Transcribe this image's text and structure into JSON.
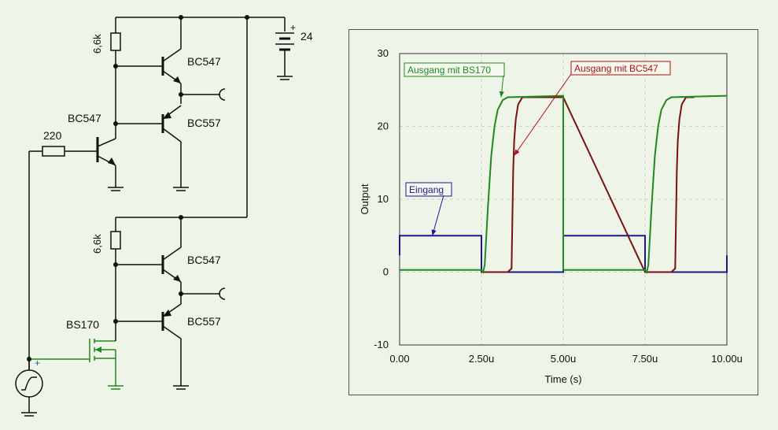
{
  "schematic": {
    "battery_voltage": "24",
    "battery_plus": "+",
    "resistor_top": "6,6k",
    "resistor_bottom": "6,6k",
    "resistor_input": "220",
    "t_top_npn": "BC547",
    "t_top_pnp": "BC557",
    "t_driver": "BC547",
    "t_bot_npn": "BC547",
    "t_bot_pnp": "BC557",
    "t_mosfet": "BS170",
    "source_plus": "+"
  },
  "chart_data": {
    "type": "line",
    "xlabel": "Time (s)",
    "ylabel": "Output",
    "xlim": [
      0,
      10
    ],
    "ylim": [
      -10,
      30
    ],
    "x_ticks": [
      "0.00",
      "2.50u",
      "5.00u",
      "7.50u",
      "10.00u"
    ],
    "x_tick_values": [
      0,
      2.5,
      5,
      7.5,
      10
    ],
    "y_ticks": [
      "-10",
      "0",
      "10",
      "20",
      "30"
    ],
    "y_tick_values": [
      -10,
      0,
      10,
      20,
      30
    ],
    "grid": true,
    "series": [
      {
        "name": "Eingang",
        "color": "#1a1a8c",
        "points": [
          [
            0,
            2.3
          ],
          [
            0,
            5
          ],
          [
            2.5,
            5
          ],
          [
            2.5,
            0
          ],
          [
            5,
            0
          ],
          [
            5,
            5
          ],
          [
            7.5,
            5
          ],
          [
            7.5,
            0
          ],
          [
            10,
            0
          ],
          [
            10,
            2.3
          ]
        ]
      },
      {
        "name": "Ausgang mit BS170",
        "color": "#1f8a1f",
        "points": [
          [
            0,
            0.3
          ],
          [
            2.5,
            0.3
          ],
          [
            2.55,
            0
          ],
          [
            2.6,
            1
          ],
          [
            2.7,
            9
          ],
          [
            2.8,
            16
          ],
          [
            2.9,
            20
          ],
          [
            3.0,
            22.3
          ],
          [
            3.15,
            23.6
          ],
          [
            3.3,
            24
          ],
          [
            5,
            24.2
          ],
          [
            5,
            0.3
          ],
          [
            7.5,
            0.3
          ],
          [
            7.55,
            0
          ],
          [
            7.6,
            1
          ],
          [
            7.7,
            9
          ],
          [
            7.8,
            16
          ],
          [
            7.9,
            20
          ],
          [
            8.0,
            22.3
          ],
          [
            8.15,
            23.6
          ],
          [
            8.3,
            24
          ],
          [
            10,
            24.2
          ]
        ]
      },
      {
        "name": "Ausgang mit BC547",
        "color": "#7a1010",
        "points": [
          [
            2.5,
            0
          ],
          [
            3.3,
            0
          ],
          [
            3.42,
            0.5
          ],
          [
            3.47,
            14
          ],
          [
            3.5,
            18
          ],
          [
            3.55,
            21
          ],
          [
            3.62,
            23
          ],
          [
            3.75,
            24
          ],
          [
            5,
            24
          ],
          [
            7.5,
            0
          ],
          [
            8.3,
            0
          ],
          [
            8.42,
            0.5
          ],
          [
            8.47,
            14
          ],
          [
            8.5,
            18
          ],
          [
            8.55,
            21
          ],
          [
            8.62,
            23
          ],
          [
            8.75,
            24
          ],
          [
            9.0,
            24
          ]
        ]
      }
    ],
    "annotations": [
      {
        "text": "Ausgang mit BS170",
        "color": "#1f8a1f",
        "target": [
          3.1,
          24
        ]
      },
      {
        "text": "Ausgang mit BC547",
        "color": "#b01010",
        "target": [
          3.5,
          16
        ]
      },
      {
        "text": "Eingang",
        "color": "#1a1a8c",
        "target": [
          1.0,
          5
        ]
      }
    ]
  }
}
